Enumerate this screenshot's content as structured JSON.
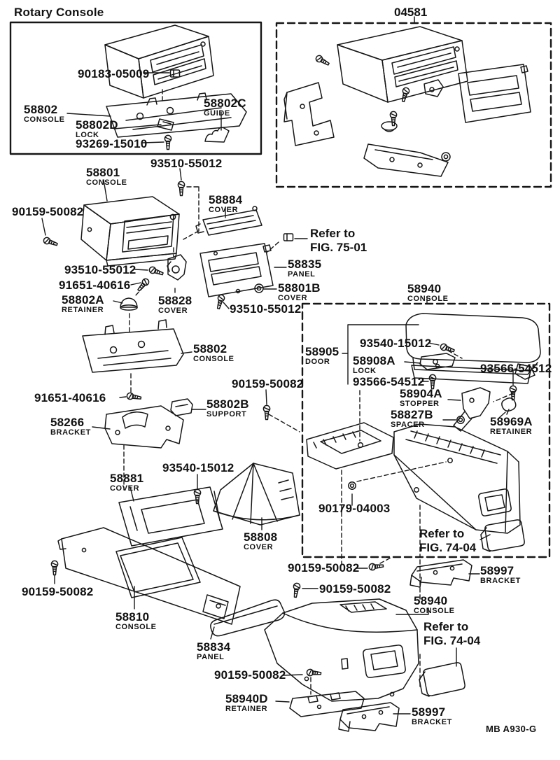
{
  "title": "Rotary Console",
  "kit_number": "04581",
  "drawing_code": "MB A930-G",
  "notes": [
    {
      "line1": "Refer to",
      "line2": "FIG. 75-01"
    },
    {
      "line1": "Refer to",
      "line2": "FIG. 74-04"
    },
    {
      "line1": "Refer to",
      "line2": "FIG. 74-04"
    }
  ],
  "labels": [
    {
      "number": "90183-05009"
    },
    {
      "number": "58802",
      "caption": "CONSOLE"
    },
    {
      "number": "58802C",
      "caption": "GUIDE"
    },
    {
      "number": "58802D",
      "caption": "LOCK"
    },
    {
      "number": "93269-15010"
    },
    {
      "number": "93510-55012"
    },
    {
      "number": "58801",
      "caption": "CONSOLE"
    },
    {
      "number": "90159-50082"
    },
    {
      "number": "58884",
      "caption": "COVER"
    },
    {
      "number": "58835",
      "caption": "PANEL"
    },
    {
      "number": "58801B",
      "caption": "COVER"
    },
    {
      "number": "93510-55012"
    },
    {
      "number": "91651-40616"
    },
    {
      "number": "58802A",
      "caption": "RETAINER"
    },
    {
      "number": "58828",
      "caption": "COVER"
    },
    {
      "number": "93510-55012"
    },
    {
      "number": "58940",
      "caption": "CONSOLE"
    },
    {
      "number": "58802",
      "caption": "CONSOLE"
    },
    {
      "number": "93540-15012"
    },
    {
      "number": "58905",
      "caption": "DOOR"
    },
    {
      "number": "58908A",
      "caption": "LOCK"
    },
    {
      "number": "93566-54512"
    },
    {
      "number": "93566-54512"
    },
    {
      "number": "58904A",
      "caption": "STOPPER"
    },
    {
      "number": "90159-50082"
    },
    {
      "number": "58827B",
      "caption": "SPACER"
    },
    {
      "number": "58969A",
      "caption": "RETAINER"
    },
    {
      "number": "91651-40616"
    },
    {
      "number": "58802B",
      "caption": "SUPPORT"
    },
    {
      "number": "58266",
      "caption": "BRACKET"
    },
    {
      "number": "58881",
      "caption": "COVER"
    },
    {
      "number": "93540-15012"
    },
    {
      "number": "58808",
      "caption": "COVER"
    },
    {
      "number": "90179-04003"
    },
    {
      "number": "90159-50082"
    },
    {
      "number": "58997",
      "caption": "BRACKET"
    },
    {
      "number": "90159-50082"
    },
    {
      "number": "58810",
      "caption": "CONSOLE"
    },
    {
      "number": "90159-50082"
    },
    {
      "number": "58940",
      "caption": "CONSOLE"
    },
    {
      "number": "58834",
      "caption": "PANEL"
    },
    {
      "number": "90159-50082"
    },
    {
      "number": "58940D",
      "caption": "RETAINER"
    },
    {
      "number": "58997",
      "caption": "BRACKET"
    }
  ]
}
